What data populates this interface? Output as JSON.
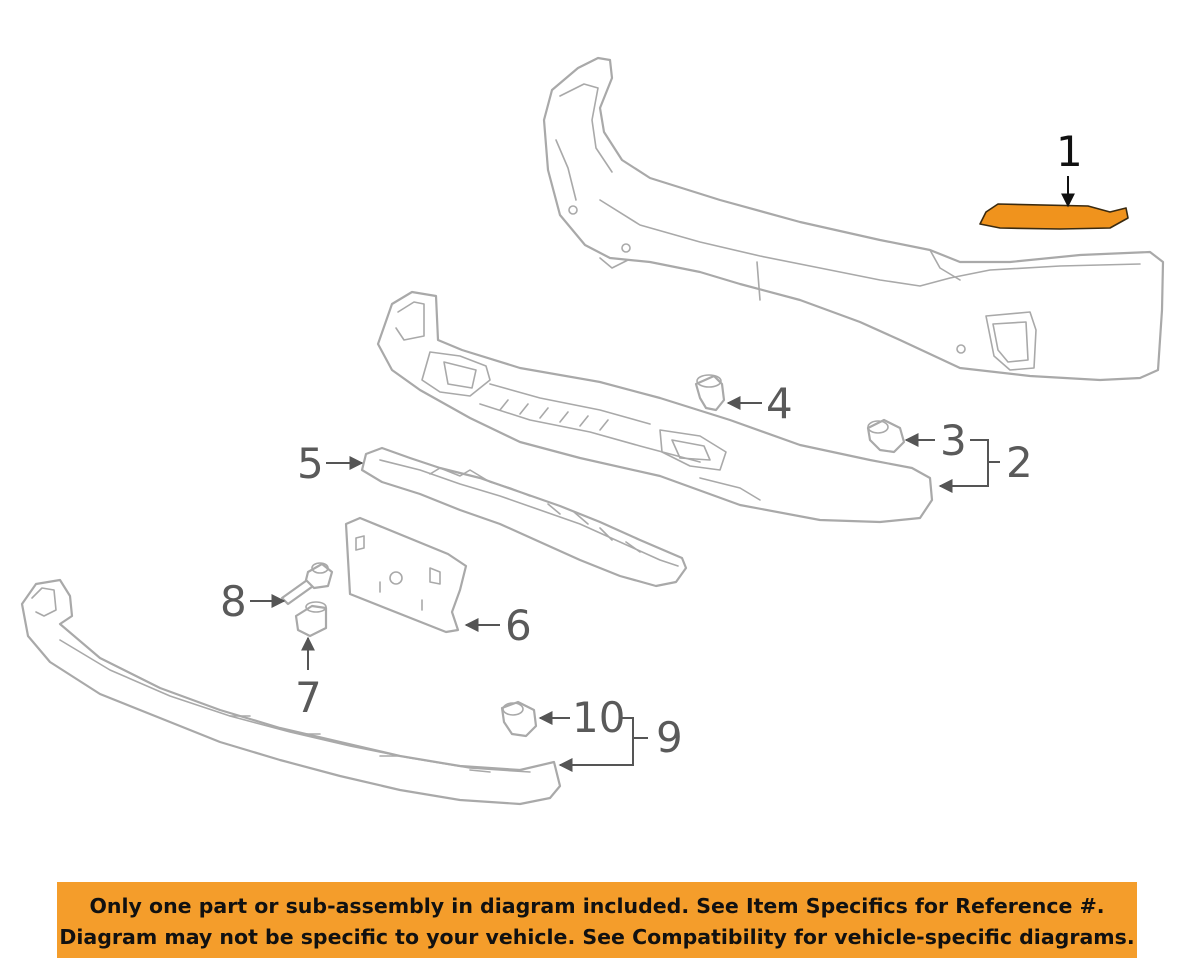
{
  "callouts": {
    "c1": "1",
    "c2": "2",
    "c3": "3",
    "c4": "4",
    "c5": "5",
    "c6": "6",
    "c7": "7",
    "c8": "8",
    "c9": "9",
    "c10": "10"
  },
  "notice": {
    "line1": "Only one part or sub-assembly in diagram included. See Item Specifics for Reference #.",
    "line2": "Diagram may not be specific to your vehicle. See Compatibility for vehicle-specific diagrams."
  },
  "colors": {
    "highlight": "#f0931d",
    "banner": "#f49d2b",
    "line_art": "#a9a9a9"
  }
}
